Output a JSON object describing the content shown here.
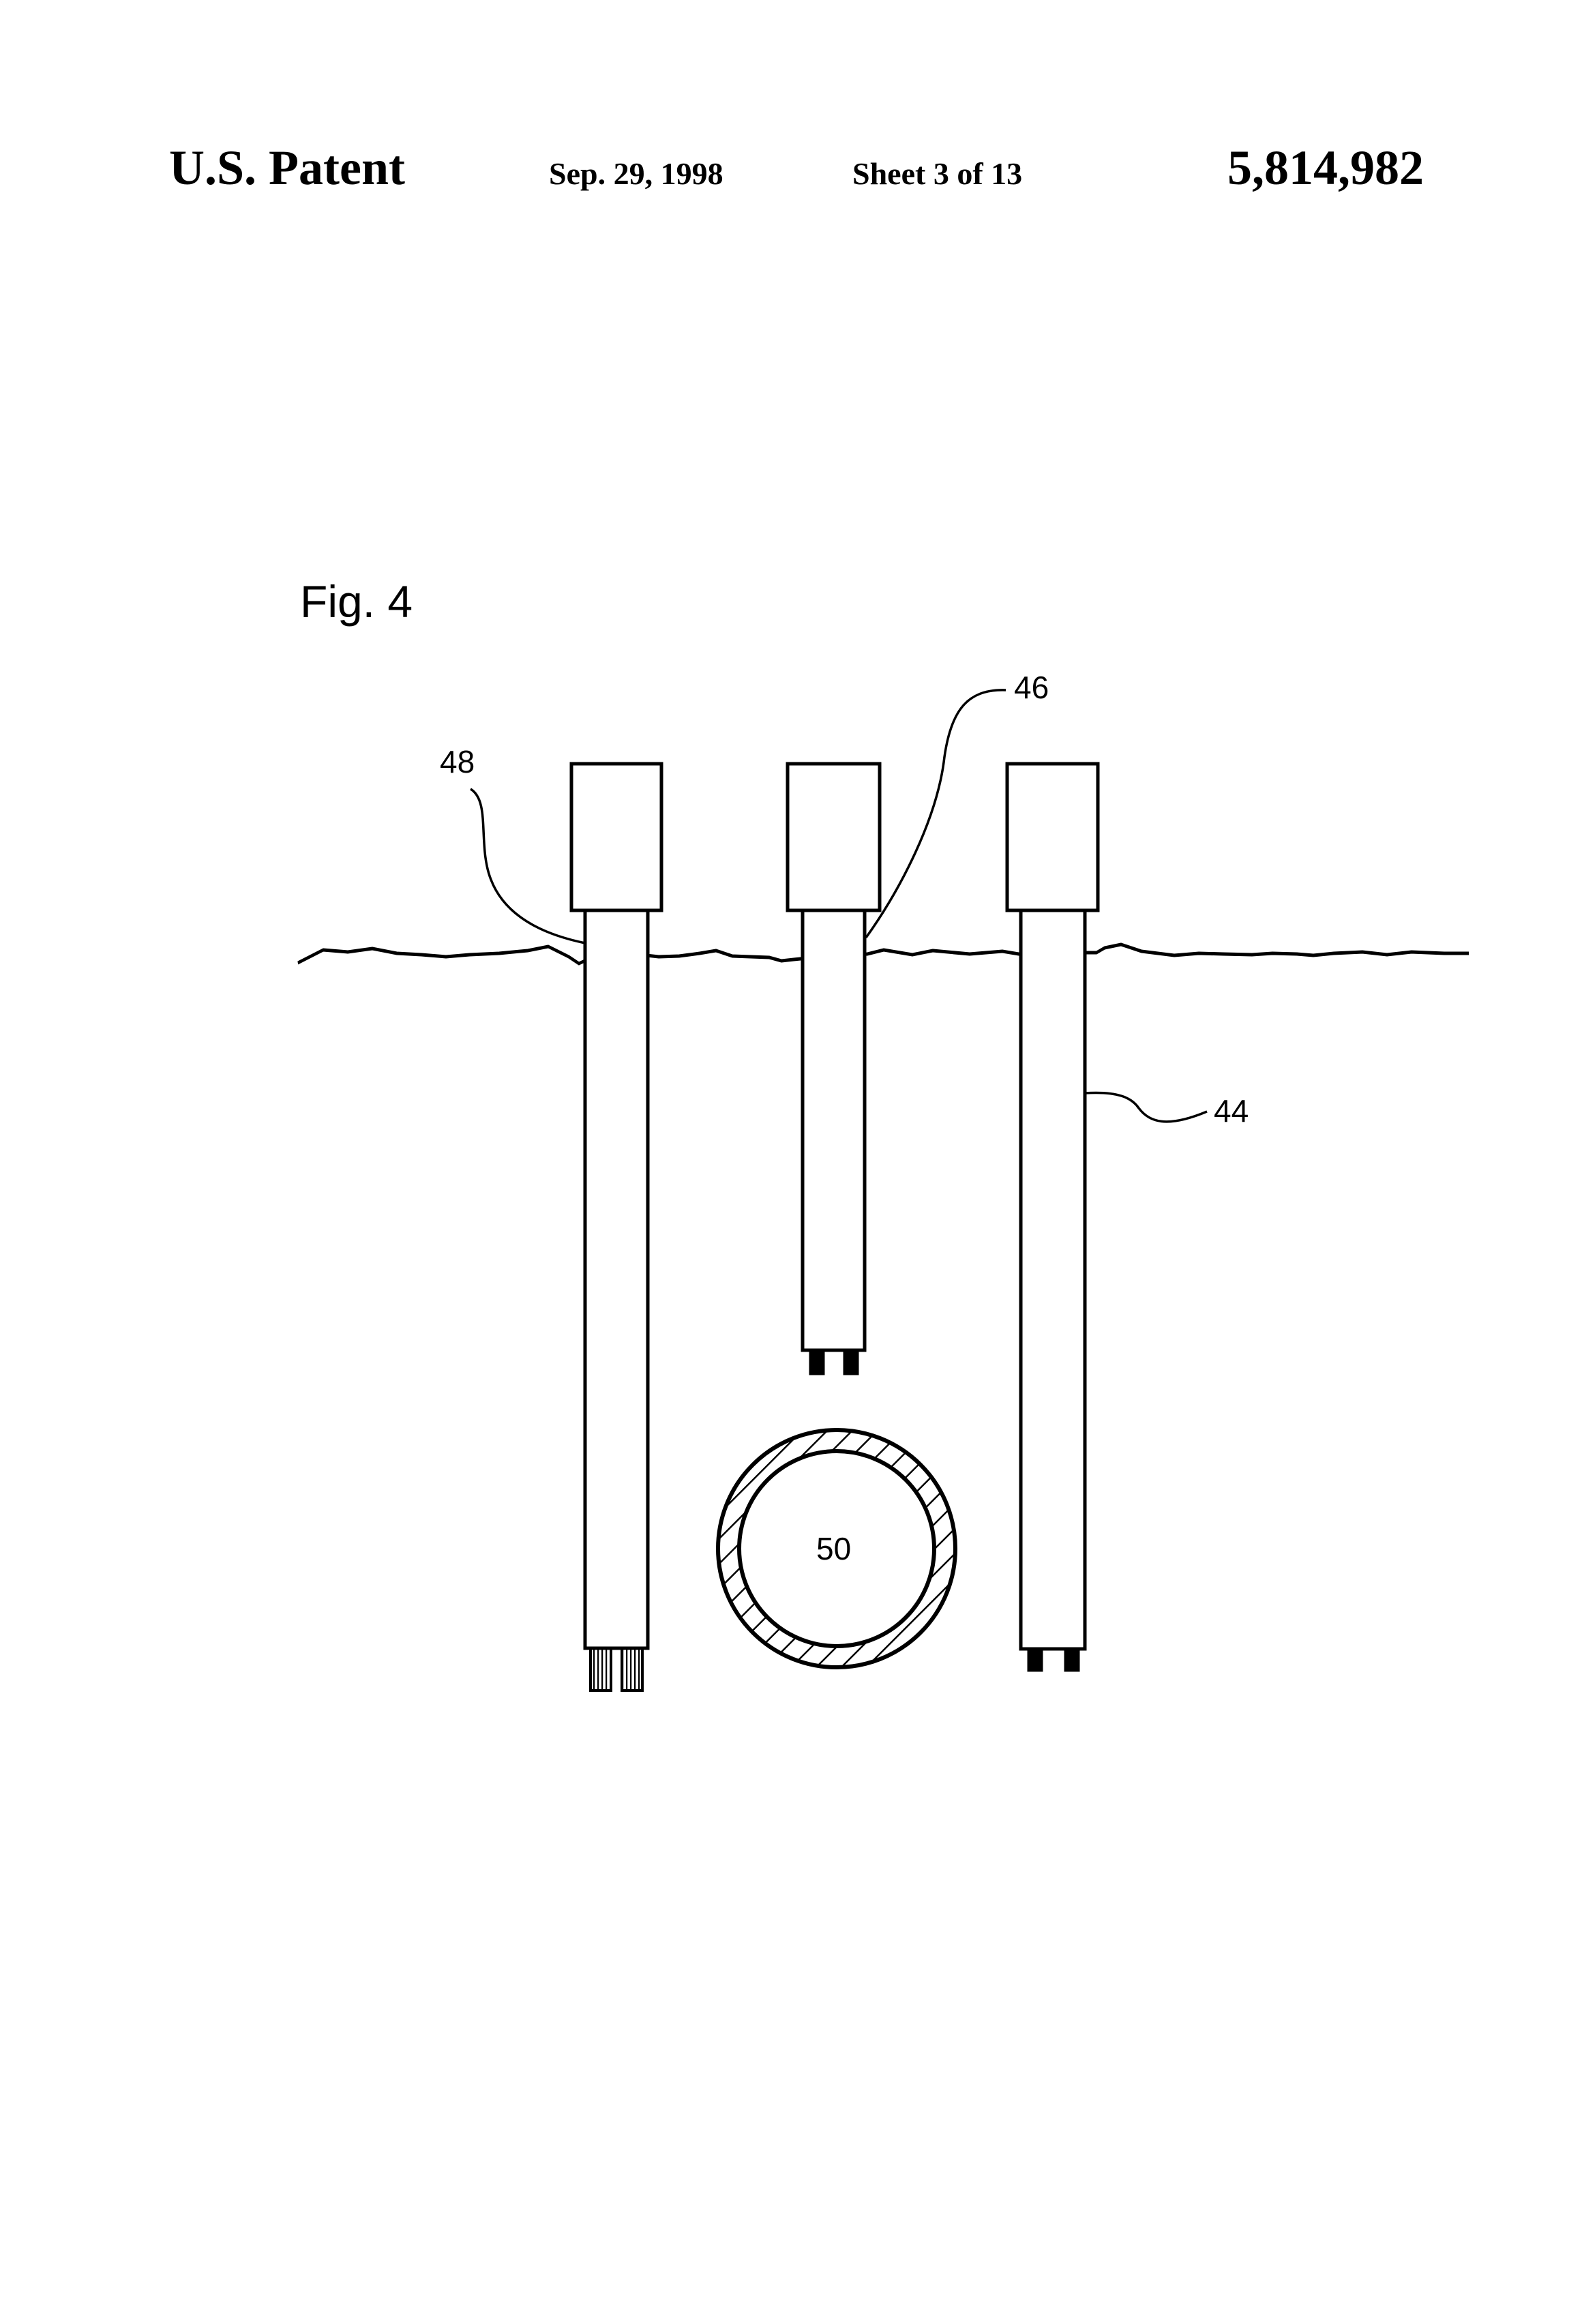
{
  "header": {
    "left_label": "U.S. Patent",
    "date": "Sep. 29, 1998",
    "sheet": "Sheet 3 of 13",
    "patent_number": "5,814,982"
  },
  "figure": {
    "title": "Fig. 4",
    "labels": {
      "ref_48": "48",
      "ref_46": "46",
      "ref_44": "44",
      "ref_50": "50"
    }
  },
  "colors": {
    "ink": "#000000",
    "paper": "#ffffff"
  }
}
